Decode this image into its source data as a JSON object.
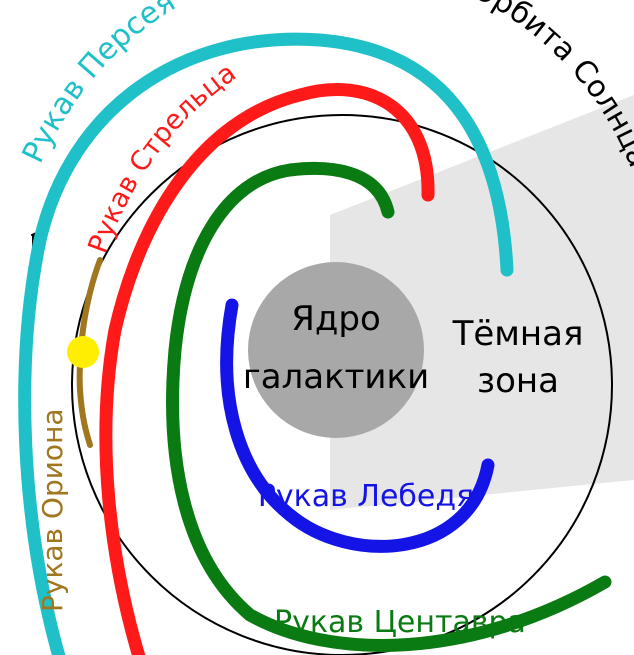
{
  "labels": {
    "core_line1": "Ядро",
    "core_line2": "галактики",
    "dark_line1": "Тёмная",
    "dark_line2": "зона",
    "sun_orbit": "Орбита Солнца",
    "perseus": "Рукав Персея",
    "sagittarius": "Рукав Стрельца",
    "orion": "Рукав Ориона",
    "cygnus": "Рукав Лебедя",
    "centaurus": "Рукав Центавра"
  },
  "colors": {
    "perseus": "#20c0c8",
    "sagittarius": "#ff1a1a",
    "centaurus": "#0a7a12",
    "cygnus": "#1414e6",
    "orion": "#a0761e",
    "sun": "#ffee00",
    "core": "#a8a8a8",
    "dark_zone": "#e6e6e6",
    "orbit": "#000000"
  }
}
